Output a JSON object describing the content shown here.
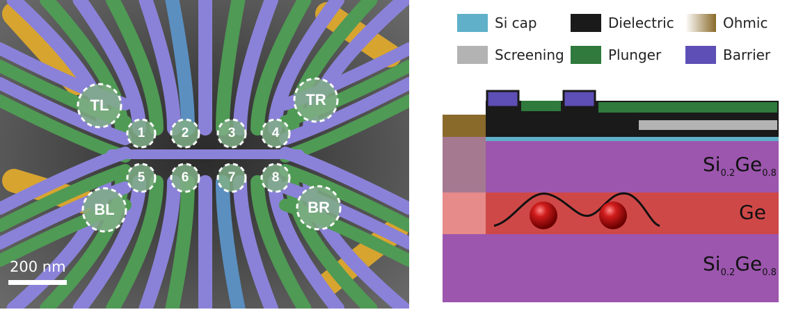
{
  "legend": {
    "items": [
      {
        "label": "Si cap",
        "color": "#5fb0c8"
      },
      {
        "label": "Dielectric",
        "color": "#1a1a1a"
      },
      {
        "label": "Ohmic",
        "color": "#8a6a2a"
      },
      {
        "label": "Screening",
        "color": "#b3b3b3"
      },
      {
        "label": "Plunger",
        "color": "#2f7a3c"
      },
      {
        "label": "Barrier",
        "color": "#5d4fb5"
      }
    ]
  },
  "sem_image": {
    "corner_dots": [
      "TL",
      "TR",
      "BL",
      "BR"
    ],
    "quantum_dots": [
      "1",
      "2",
      "3",
      "4",
      "5",
      "6",
      "7",
      "8"
    ],
    "scale_bar": "200 nm",
    "colors": {
      "barrier": "#8a82d8",
      "plunger": "#4f9a54",
      "screening": "#5a8fc0",
      "ohmic": "#d7a430",
      "background": "#3a3a3a"
    }
  },
  "cross_section": {
    "layers": [
      {
        "name": "SiGe-top",
        "base": "Si",
        "sub1": "0.2",
        "mid": "Ge",
        "sub2": "0.8",
        "color": "#9c56ae"
      },
      {
        "name": "Ge",
        "label": "Ge",
        "color": "#cf4848"
      },
      {
        "name": "SiGe-bottom",
        "base": "Si",
        "sub1": "0.2",
        "mid": "Ge",
        "sub2": "0.8",
        "color": "#9c56ae"
      }
    ]
  }
}
